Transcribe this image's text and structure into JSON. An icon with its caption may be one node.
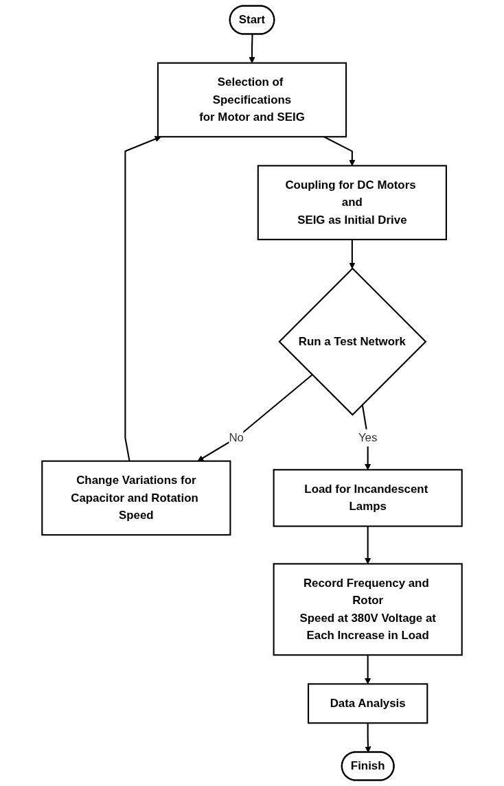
{
  "diagram": {
    "nodes": [
      {
        "text": [
          "Start"
        ]
      },
      {
        "text": [
          "Selection of Specifications for Motor and SEIG"
        ]
      },
      {
        "text": [
          "Coupling for DC Motors and SEIG as Initial Drive"
        ]
      },
      {
        "text": [
          "Run a Test Network"
        ]
      },
      {
        "text": [
          "Change Variations for Capacitor and Rotation Speed"
        ]
      },
      {
        "text": [
          "Load for Incandescent Lamps"
        ]
      },
      {
        "text": [
          "Record Frequency and Rotor Speed at 380V Voltage at Each Increase in Load"
        ]
      },
      {
        "text": [
          "Data Analysis"
        ]
      },
      {
        "text": [
          "Finish"
        ]
      }
    ],
    "edges": [
      {
        "from": 0,
        "to": 1,
        "arrow": "to"
      },
      {
        "from": 1,
        "to": 2,
        "arrow": "to"
      },
      {
        "from": 2,
        "to": 3,
        "arrow": "to"
      },
      {
        "from": 3,
        "to": 4,
        "label": "No",
        "arrow": "to"
      },
      {
        "from": 4,
        "to": 1,
        "arrow": "to"
      },
      {
        "from": 3,
        "to": 5,
        "label": "Yes",
        "arrow": "to"
      },
      {
        "from": 5,
        "to": 6,
        "arrow": "to"
      },
      {
        "from": 6,
        "to": 7,
        "arrow": "to"
      },
      {
        "from": 7,
        "to": 8,
        "arrow": "to"
      }
    ]
  }
}
